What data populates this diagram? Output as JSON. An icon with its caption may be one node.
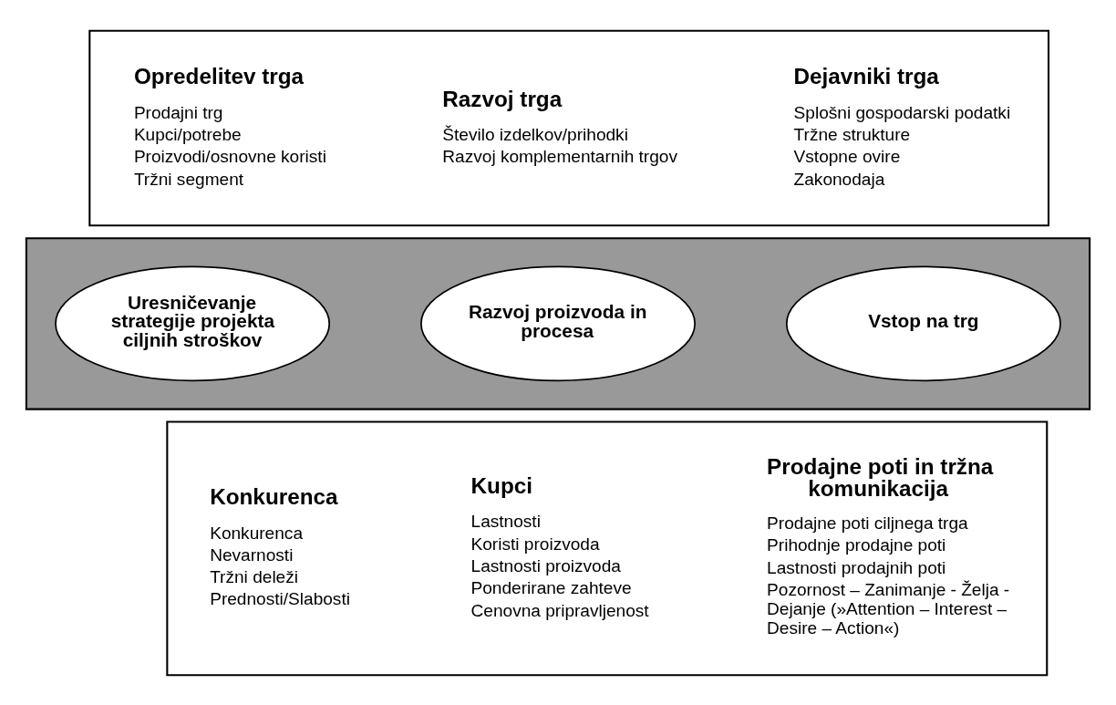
{
  "diagram": {
    "nodes": [
      {
        "text": [],
        "shape": "box"
      },
      {
        "text": [
          "Opredelitev trga",
          "Prodajni trg",
          "Kupci/potrebe",
          "Proizvodi/osnovne koristi",
          "Tržni segment"
        ],
        "in": 0
      },
      {
        "text": [
          "Razvoj trga",
          "Število izdelkov/prihodki",
          "Razvoj komplementarnih trgov"
        ],
        "in": 0
      },
      {
        "text": [
          "Dejavniki trga",
          "Splošni gospodarski podatki",
          "Tržne strukture",
          "Vstopne ovire",
          "Zakonodaja"
        ],
        "in": 0
      },
      {
        "text": [],
        "shape": "triangle"
      },
      {
        "text": [
          "Uresničevanje strategije projekta ciljnih stroškov"
        ],
        "in": 4
      },
      {
        "text": [
          "Razvoj proizvoda in procesa"
        ],
        "in": 4
      },
      {
        "text": [
          "Vstop na trg"
        ],
        "in": 4
      },
      {
        "text": [],
        "shape": "box"
      },
      {
        "text": [
          "Konkurenca",
          "Konkurenca",
          "Nevarnosti",
          "Tržni deleži",
          "Prednosti/Slabosti"
        ],
        "in": 8
      },
      {
        "text": [
          "Kupci",
          "Lastnosti",
          "Koristi proizvoda",
          "Lastnosti proizvoda",
          "Ponderirane zahteve",
          "Cenovna pripravljenost"
        ],
        "in": 8
      },
      {
        "text": [
          "Prodajne poti in tržna komunikacija",
          "Prodajne poti ciljnega trga",
          "Prihodnje prodajne poti",
          "Lastnosti prodajnih poti",
          "Pozornost – Zanimanje - Želja - Dejanje (»Attention – Interest – Desire – Action«)"
        ],
        "in": 8
      }
    ],
    "edges": []
  }
}
